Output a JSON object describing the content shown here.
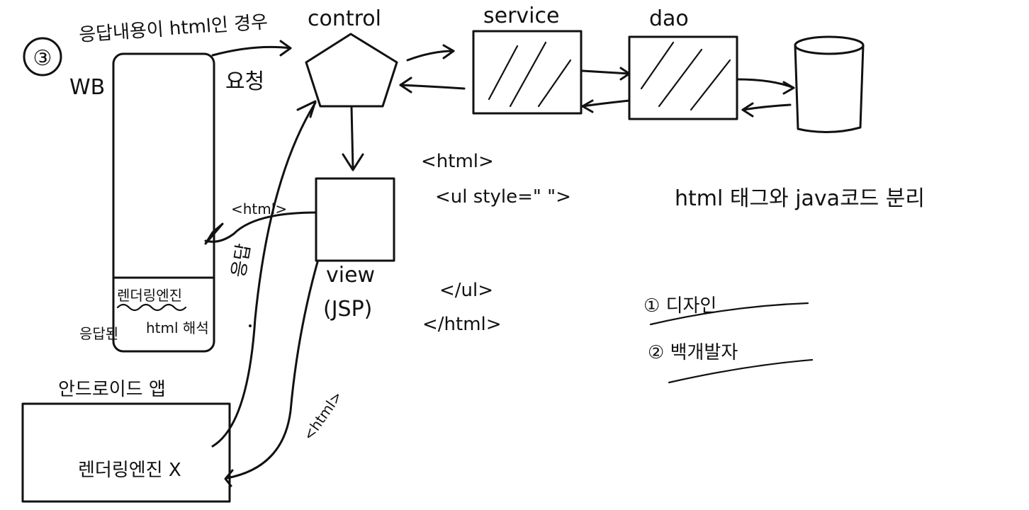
{
  "case_number": "③",
  "case_title": "응답내용이 html인 경우",
  "browser_label": "WB",
  "request_label": "요청",
  "response_label": "응답",
  "render_engine_label": "렌더링엔진",
  "render_engine_desc": "html 해석",
  "response_html_label": "응답된",
  "android_app_label": "안드로이드 앱",
  "android_render_engine": "렌더링엔진 X",
  "control_label": "control",
  "service_label": "service",
  "dao_label": "dao",
  "view_label": "view",
  "view_sub_label": "(JSP)",
  "html_tag_arrow_1": "<html>",
  "html_tag_arrow_2": "<html>",
  "code_line_1": "<html>",
  "code_line_2": "<ul style=\" \">",
  "code_line_3": "</ul>",
  "code_line_4": "</html>",
  "separation_note": "html 태그와 java코드 분리",
  "point_1": "① 디자인",
  "point_2": "② 백개발자"
}
